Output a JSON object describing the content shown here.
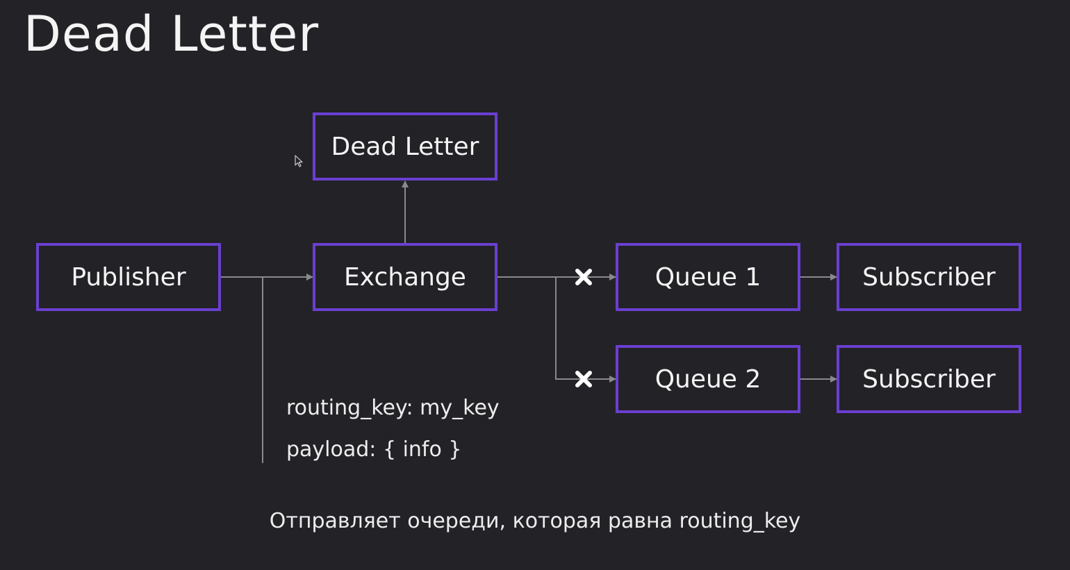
{
  "title": "Dead Letter",
  "nodes": {
    "dead_letter": "Dead Letter",
    "publisher": "Publisher",
    "exchange": "Exchange",
    "queue1": "Queue 1",
    "queue2": "Queue 2",
    "subscriber1": "Subscriber",
    "subscriber2": "Subscriber"
  },
  "message": {
    "routing_key": "routing_key: my_key",
    "payload": "payload: { info }"
  },
  "caption": "Отправляет очереди, которая равна routing_key",
  "colors": {
    "background": "#232227",
    "node_border": "#6a3fd1",
    "connector": "#8a8a8a",
    "text": "#f4f4f4"
  },
  "icons": {
    "blocked": "x-mark-icon",
    "pointer": "cursor-icon"
  }
}
